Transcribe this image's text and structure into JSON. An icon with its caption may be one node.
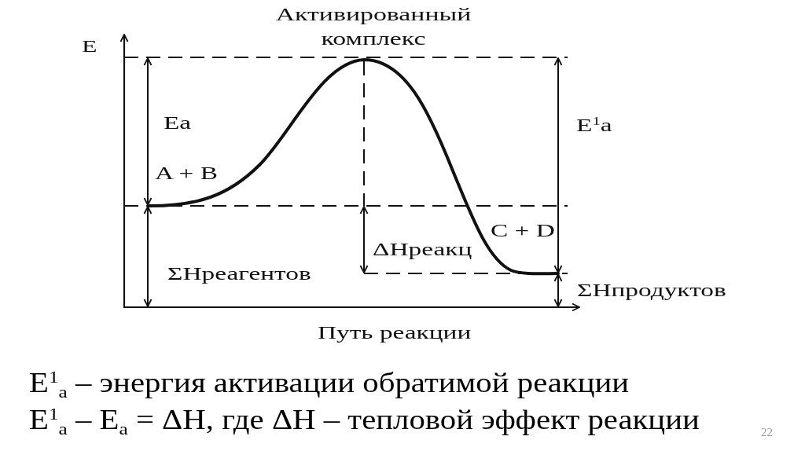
{
  "diagram": {
    "labels": [
      "Активированный комплекс",
      "E",
      "Ea",
      "E$^{1}$a",
      "A + B",
      "C + D",
      "ΔHреакц",
      "ΣHреагентов",
      "ΣHпродуктов",
      "Путь реакции",
      "E$^{1}$$_{a}$ – энергия активации обратимой реакции",
      "E$^{1}$$_{a}$ – E$_{a}$ = ΔH, где ΔH – тепловой эффект реакции",
      "22"
    ]
  }
}
